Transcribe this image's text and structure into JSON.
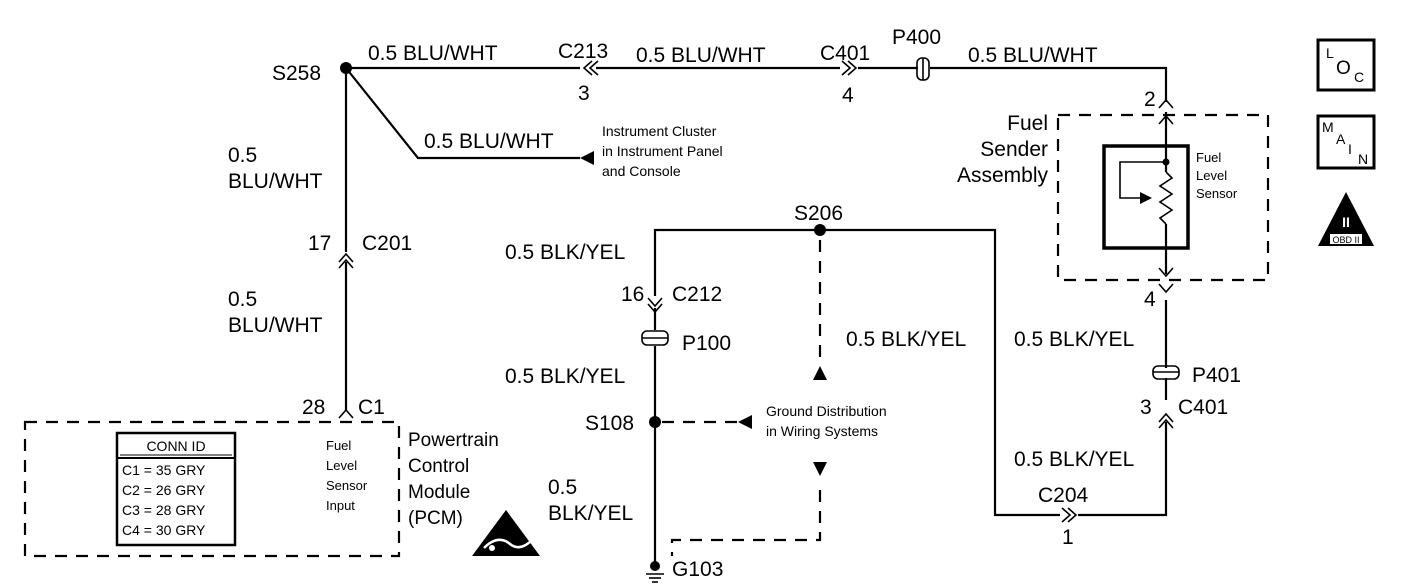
{
  "splices": {
    "s258": "S258",
    "s206": "S206",
    "s108": "S108",
    "g103": "G103"
  },
  "wires": {
    "top_1": "0.5 BLU/WHT",
    "top_2": "0.5 BLU/WHT",
    "top_3": "0.5 BLU/WHT",
    "cluster_feed": "0.5 BLU/WHT",
    "left_upper_gauge": "0.5",
    "left_upper_color": "BLU/WHT",
    "left_lower_gauge": "0.5",
    "left_lower_color": "BLU/WHT",
    "blk_top": "0.5 BLK/YEL",
    "blk_mid": "0.5 BLK/YEL",
    "blk_right_mid": "0.5 BLK/YEL",
    "blk_right": "0.5 BLK/YEL",
    "blk_low_right": "0.5 BLK/YEL",
    "blk_bottom_gauge": "0.5",
    "blk_bottom_color": "BLK/YEL"
  },
  "connectors": {
    "c213": "C213",
    "c213_pin": "3",
    "c401_top": "C401",
    "c401_top_pin": "4",
    "p400": "P400",
    "c201": "C201",
    "c201_pin": "17",
    "c212": "C212",
    "c212_pin": "16",
    "p100": "P100",
    "c1": "C1",
    "c1_pin": "28",
    "p401": "P401",
    "c401_right": "C401",
    "c401_right_pin": "3",
    "c204": "C204",
    "c204_pin": "1",
    "sender_pin_top": "2",
    "sender_pin_bottom": "4"
  },
  "components": {
    "cluster": [
      "Instrument Cluster",
      "in Instrument Panel",
      "and Console"
    ],
    "ground_dist": [
      "Ground Distribution",
      "in Wiring Systems"
    ],
    "fuel_sender": [
      "Fuel",
      "Sender",
      "Assembly"
    ],
    "fuel_level_sensor": [
      "Fuel",
      "Level",
      "Sensor"
    ],
    "pcm": [
      "Powertrain",
      "Control",
      "Module",
      "(PCM)"
    ],
    "pcm_input": [
      "Fuel",
      "Level",
      "Sensor",
      "Input"
    ]
  },
  "conn_table": {
    "header": "CONN ID",
    "rows": [
      "C1 = 35 GRY",
      "C2 = 26 GRY",
      "C3 = 28 GRY",
      "C4 = 30 GRY"
    ]
  },
  "legend": {
    "loc": {
      "top": "L",
      "bottom": "O",
      "sub": "C"
    },
    "main": {
      "a": "M",
      "b": "A",
      "c": "I",
      "d": "N"
    },
    "obd": {
      "numeral": "II",
      "caption": "OBD II"
    }
  }
}
